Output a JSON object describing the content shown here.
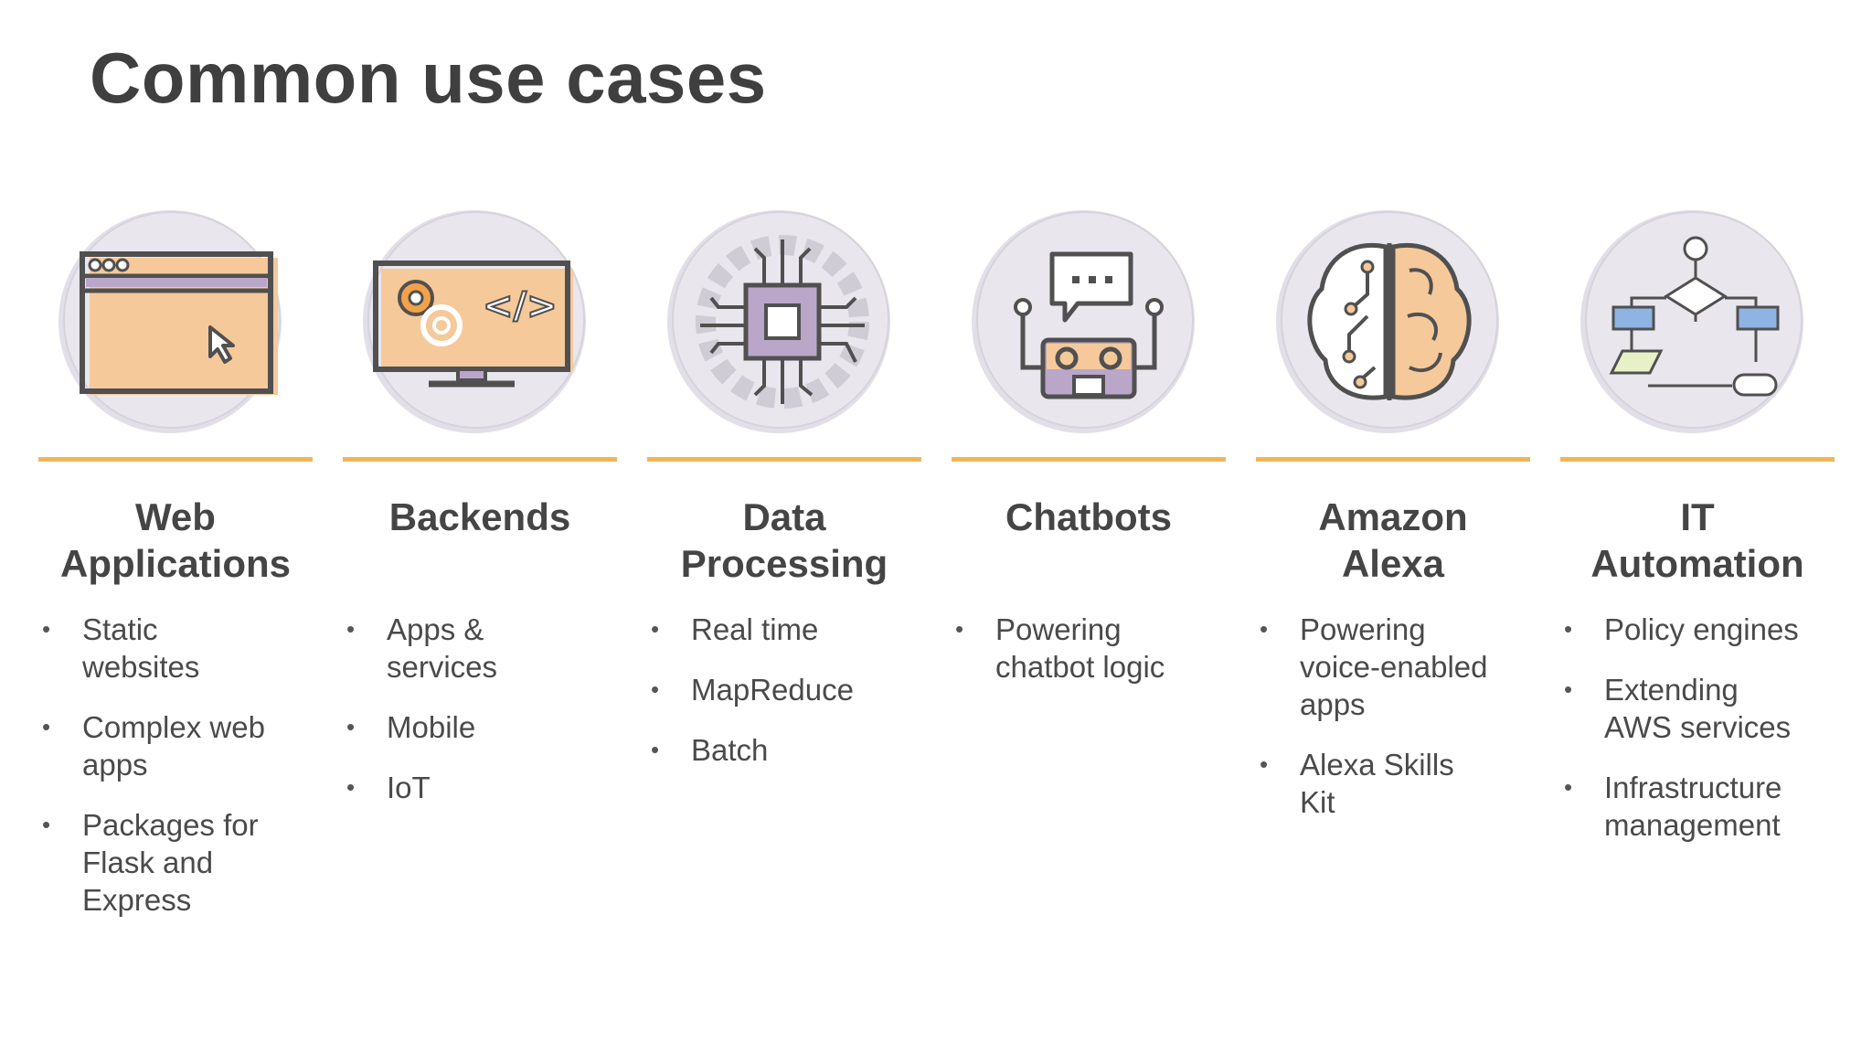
{
  "title": "Common use cases",
  "colors": {
    "accent": "#f0b656",
    "circle": "#e4e1ea",
    "icon_outline": "#505050",
    "icon_fill_orange": "#f5c99a",
    "icon_fill_purple": "#b9a6c9"
  },
  "columns": [
    {
      "icon": "web-browser-icon",
      "heading": [
        "Web",
        "Applications"
      ],
      "bullets": [
        [
          "Static",
          "websites"
        ],
        [
          "Complex web",
          "apps"
        ],
        [
          "Packages for",
          "Flask and",
          "Express"
        ]
      ]
    },
    {
      "icon": "monitor-code-icon",
      "heading": [
        "Backends"
      ],
      "bullets": [
        [
          "Apps &",
          "services"
        ],
        [
          "Mobile"
        ],
        [
          "IoT"
        ]
      ]
    },
    {
      "icon": "processor-chip-icon",
      "heading": [
        "Data",
        "Processing"
      ],
      "bullets": [
        [
          "Real time"
        ],
        [
          "MapReduce"
        ],
        [
          "Batch"
        ]
      ]
    },
    {
      "icon": "chatbot-robot-icon",
      "heading": [
        "Chatbots"
      ],
      "bullets": [
        [
          "Powering",
          "chatbot logic"
        ]
      ]
    },
    {
      "icon": "brain-circuit-icon",
      "heading": [
        "Amazon",
        "Alexa"
      ],
      "bullets": [
        [
          "Powering",
          "voice-enabled",
          "apps"
        ],
        [
          "Alexa Skills",
          "Kit"
        ]
      ]
    },
    {
      "icon": "flowchart-icon",
      "heading": [
        "IT",
        "Automation"
      ],
      "bullets": [
        [
          "Policy engines"
        ],
        [
          "Extending",
          "AWS services"
        ],
        [
          "Infrastructure",
          "management"
        ]
      ]
    }
  ]
}
